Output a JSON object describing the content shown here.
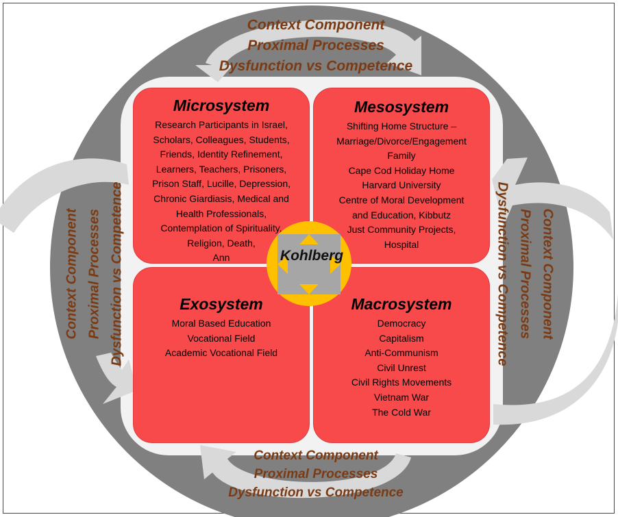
{
  "colors": {
    "outer_circle": "#808080",
    "arrow": "#d9d9d9",
    "context_text": "#7a3b14",
    "quadrant": "#f8494b",
    "center_circle": "#ffc000",
    "center_square": "#a6a6a6"
  },
  "context_labels": [
    "Context Component",
    "Proximal Processes",
    "Dysfunction vs Competence"
  ],
  "center": {
    "label": "Kohlberg"
  },
  "quadrants": {
    "microsystem": {
      "title": "Microsystem",
      "items": [
        "Research Participants in Israel,",
        "Scholars, Colleagues, Students,",
        "Friends, Identity Refinement,",
        "Learners, Teachers, Prisoners,",
        "Prison Staff, Lucille, Depression,",
        "Chronic Giardiasis, Medical and",
        "Health Professionals,",
        "Contemplation of Spirituality,",
        "Religion, Death,",
        "Ann"
      ]
    },
    "mesosystem": {
      "title": "Mesosystem",
      "items": [
        "Shifting Home Structure –",
        "Marriage/Divorce/Engagement",
        "Family",
        "Cape Cod Holiday Home",
        "Harvard University",
        "Centre of Moral Development",
        "and Education, Kibbutz",
        "Just Community Projects,",
        "Hospital"
      ]
    },
    "exosystem": {
      "title": "Exosystem",
      "items": [
        "Moral Based Education",
        "Vocational Field",
        "Academic Vocational Field"
      ]
    },
    "macrosystem": {
      "title": "Macrosystem",
      "items": [
        "Democracy",
        "Capitalism",
        "Anti-Communism",
        "Civil Unrest",
        "Civil Rights Movements",
        "Vietnam War",
        "The Cold War"
      ]
    }
  }
}
